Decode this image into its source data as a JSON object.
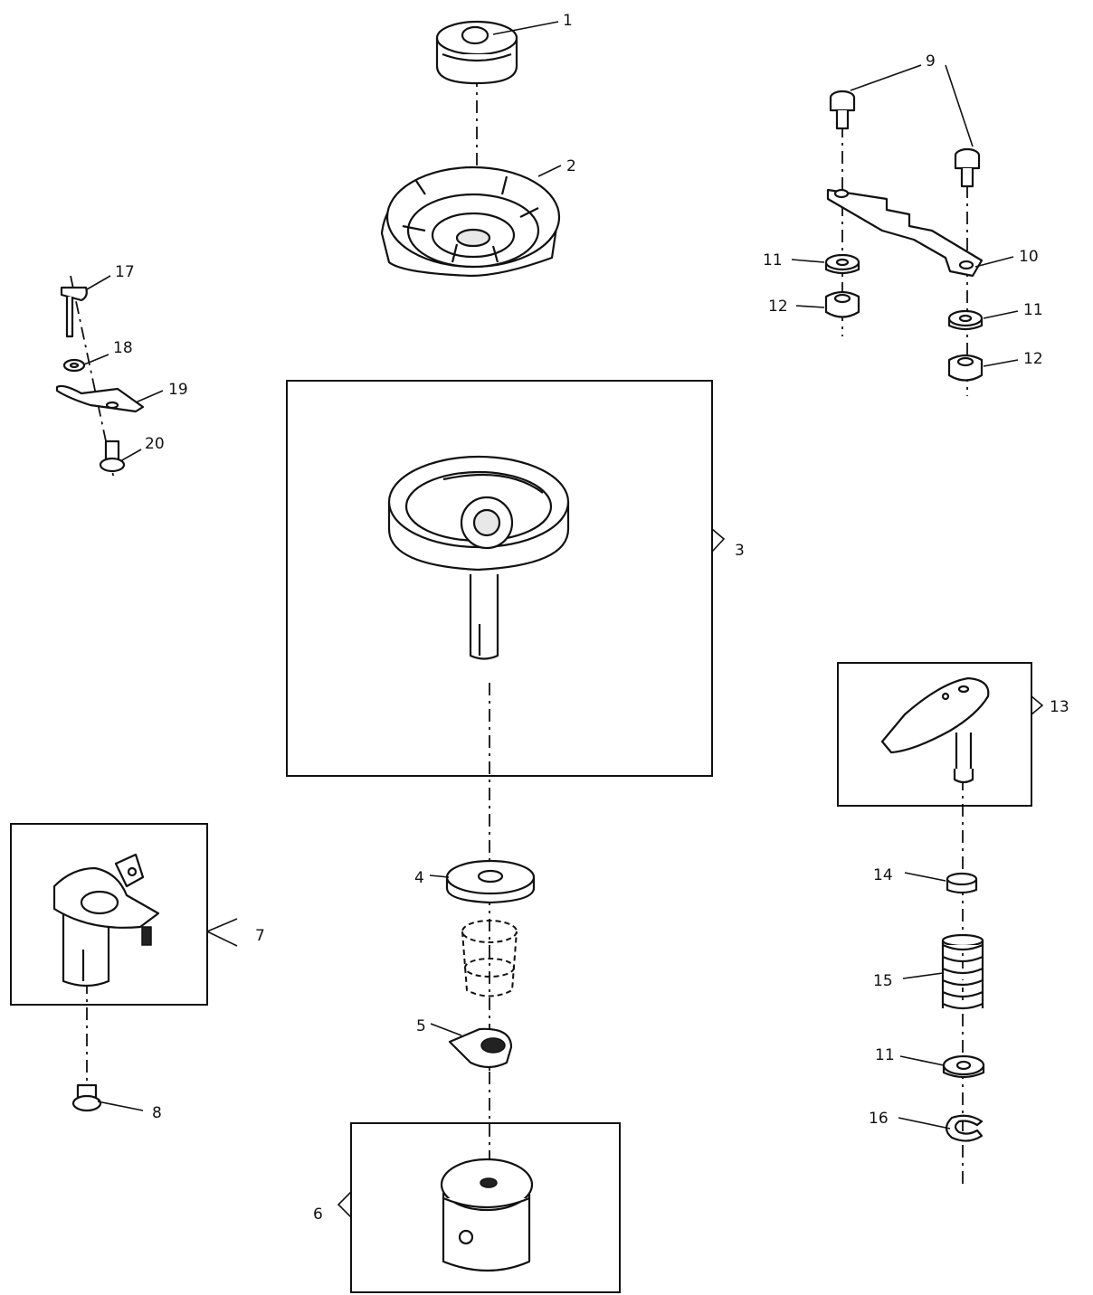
{
  "callouts": [
    {
      "id": "c1",
      "text": "1"
    },
    {
      "id": "c2",
      "text": "2"
    },
    {
      "id": "c3",
      "text": "3"
    },
    {
      "id": "c4",
      "text": "4"
    },
    {
      "id": "c5",
      "text": "5"
    },
    {
      "id": "c6",
      "text": "6"
    },
    {
      "id": "c7",
      "text": "7"
    },
    {
      "id": "c8",
      "text": "8"
    },
    {
      "id": "c9",
      "text": "9"
    },
    {
      "id": "c10",
      "text": "10"
    },
    {
      "id": "c11a",
      "text": "11"
    },
    {
      "id": "c11b",
      "text": "11"
    },
    {
      "id": "c11c",
      "text": "11"
    },
    {
      "id": "c12a",
      "text": "12"
    },
    {
      "id": "c12b",
      "text": "12"
    },
    {
      "id": "c13",
      "text": "13"
    },
    {
      "id": "c14",
      "text": "14"
    },
    {
      "id": "c15",
      "text": "15"
    },
    {
      "id": "c16",
      "text": "16"
    },
    {
      "id": "c17",
      "text": "17"
    },
    {
      "id": "c18",
      "text": "18"
    },
    {
      "id": "c19",
      "text": "19"
    },
    {
      "id": "c20",
      "text": "20"
    }
  ]
}
